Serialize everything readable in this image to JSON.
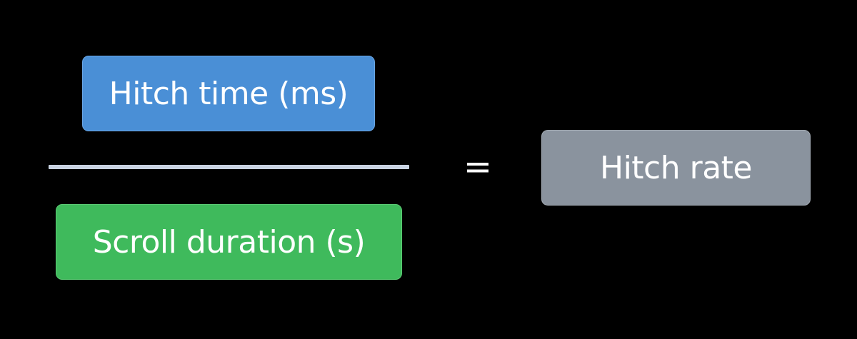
{
  "formula": {
    "numerator_label": "Hitch time (ms)",
    "denominator_label": "Scroll duration (s)",
    "equals_sign": "=",
    "result_label": "Hitch rate"
  },
  "colors": {
    "background": "#000000",
    "numerator": "#4a8fd6",
    "denominator": "#3fba5c",
    "result": "#8a939e",
    "fraction_bar": "#c9d3e2"
  }
}
